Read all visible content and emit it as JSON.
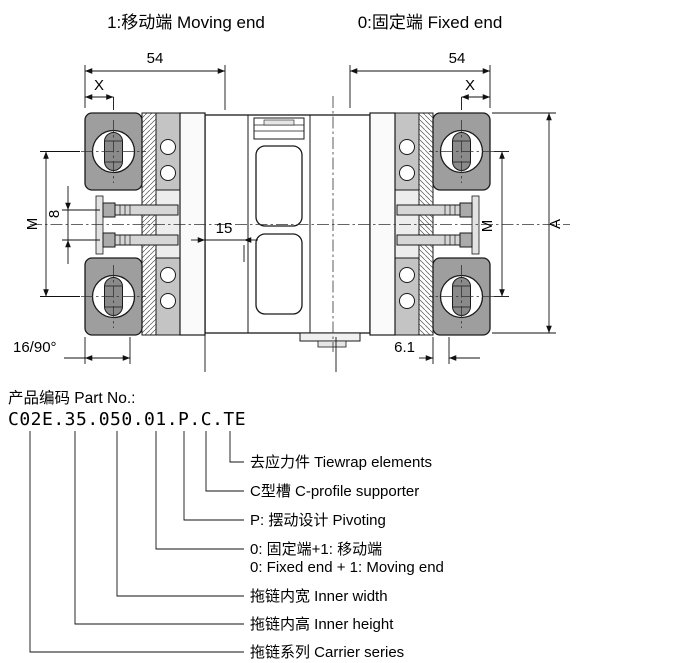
{
  "header": {
    "moving_end_label": "1:移动端 Moving end",
    "fixed_end_label": "0:固定端 Fixed end"
  },
  "drawing_dimensions": {
    "top_width_left": "54",
    "top_width_right": "54",
    "offset_x_left": "X",
    "offset_x_right": "X",
    "mount_spacing_left": "M",
    "mount_spacing_right": "M",
    "pin_spacing": "8",
    "link_width": "15",
    "overall_height": "A",
    "bottom_left": "16/90°",
    "bottom_right": "6.1"
  },
  "part_number": {
    "heading": "产品编码 Part No.:",
    "code": "C02E.35.050.01.P.C.TE",
    "legend": [
      {
        "label": "去应力件 Tiewrap elements"
      },
      {
        "label": "C型槽 C-profile supporter"
      },
      {
        "label": "P: 摆动设计 Pivoting"
      },
      {
        "label": "0: 固定端+1: 移动端",
        "label_en": "0: Fixed end + 1: Moving end"
      },
      {
        "label": "拖链内宽 Inner width"
      },
      {
        "label": "拖链内高 Inner height"
      },
      {
        "label": "拖链系列 Carrier series"
      }
    ]
  },
  "colors": {
    "background": "#ffffff",
    "line": "#1a1a1a",
    "block_fill": "#9e9e9e",
    "slot_fill": "#8a8a8a",
    "plate_fill": "#c4c4c4"
  }
}
